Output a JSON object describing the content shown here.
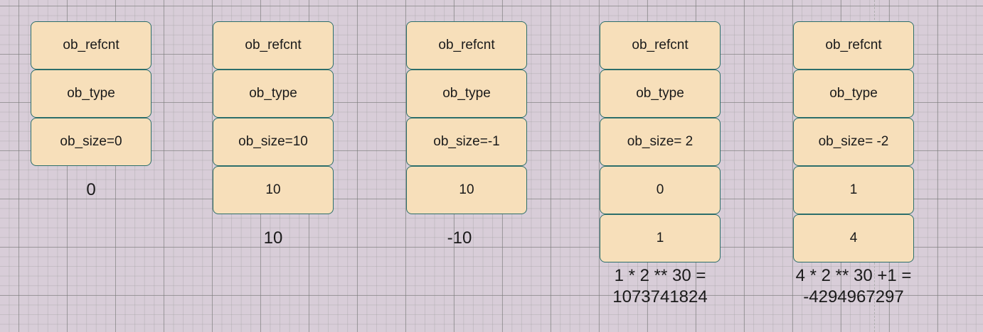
{
  "diagram": {
    "objects": [
      {
        "cells": [
          "ob_refcnt",
          "ob_type",
          "ob_size=0"
        ],
        "caption": [
          "0"
        ]
      },
      {
        "cells": [
          "ob_refcnt",
          "ob_type",
          "ob_size=10",
          "10"
        ],
        "caption": [
          "10"
        ]
      },
      {
        "cells": [
          "ob_refcnt",
          "ob_type",
          "ob_size=-1",
          "10"
        ],
        "caption": [
          "-10"
        ]
      },
      {
        "cells": [
          "ob_refcnt",
          "ob_type",
          "ob_size= 2",
          "0",
          "1"
        ],
        "caption": [
          "1 * 2 ** 30 =",
          "1073741824"
        ]
      },
      {
        "cells": [
          "ob_refcnt",
          "ob_type",
          "ob_size= -2",
          "1",
          "4"
        ],
        "caption": [
          "4 * 2 ** 30 +1 =",
          "-4294967297"
        ]
      }
    ]
  }
}
